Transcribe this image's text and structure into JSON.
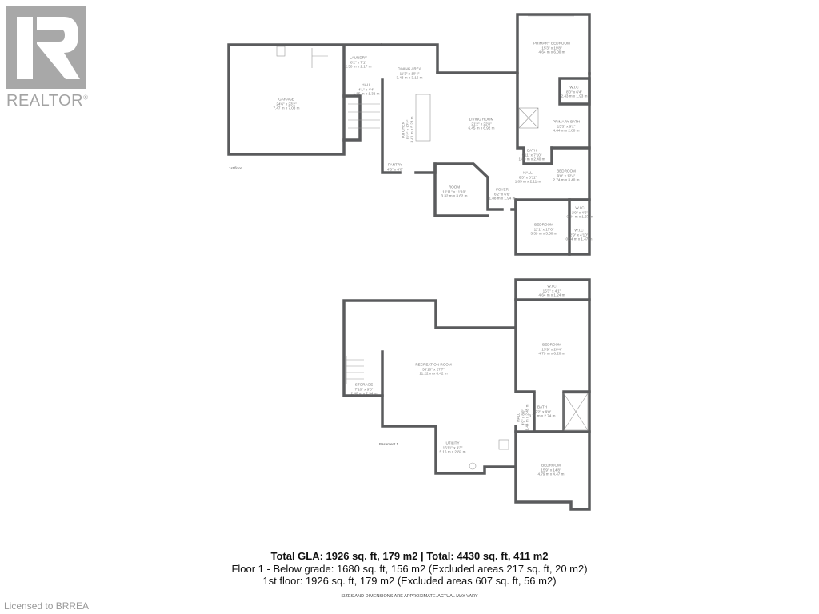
{
  "logo": {
    "text": "REALTOR",
    "mark": "®"
  },
  "first_floor": {
    "label": "1st floor",
    "rooms": [
      {
        "name": "Garage",
        "imperial": "24'6\" x 23'2\"",
        "metric": "7.47 m x 7.08 m"
      },
      {
        "name": "Laundry",
        "imperial": "8'2\" x 7'1\"",
        "metric": "2.50 m x 2.17 m"
      },
      {
        "name": "Hall",
        "imperial": "4'1\" x 4'4\"",
        "metric": "1.85 m x 1.32 m"
      },
      {
        "name": "Dining Area",
        "imperial": "11'3\" x 10'4\"",
        "metric": "3.43 m x 3.16 m"
      },
      {
        "name": "Kitchen",
        "imperial": "11'2\" x 17'2\"",
        "metric": "3.41 m x 5.23 m"
      },
      {
        "name": "Pantry",
        "imperial": "4'6\" x 4'0\"",
        "metric": ""
      },
      {
        "name": "Living Room",
        "imperial": "21'2\" x 22'8\"",
        "metric": "6.45 m x 6.92 m"
      },
      {
        "name": "Primary Bedroom",
        "imperial": "15'3\" x 19'8\"",
        "metric": "4.64 m x 6.00 m"
      },
      {
        "name": "W.I.C",
        "imperial": "8'0\" x 6'4\"",
        "metric": "2.43 m x 1.93 m"
      },
      {
        "name": "Primary Bath",
        "imperial": "15'3\" x 9'2\"",
        "metric": "4.64 m x 2.80 m"
      },
      {
        "name": "Bath",
        "imperial": "5'11\" x 7'10\"",
        "metric": "1.80 m x 2.40 m"
      },
      {
        "name": "Hall",
        "imperial": "6'3\" x 8'11\"",
        "metric": "1.85 m x 2.11 m"
      },
      {
        "name": "Bedroom",
        "imperial": "9'0\" x 12'4\"",
        "metric": "2.74 m x 3.40 m"
      },
      {
        "name": "Room",
        "imperial": "10'11\" x 11'10\"",
        "metric": "3.32 m x 3.62 m"
      },
      {
        "name": "Foyer",
        "imperial": "6'2\" x 6'6\"",
        "metric": "1.88 m x 1.94 m"
      },
      {
        "name": "W.I.C",
        "imperial": "2'9\" x 4'6\"",
        "metric": "0.84 m x 1.37 m"
      },
      {
        "name": "Bedroom",
        "imperial": "11'1\" x 17'6\"",
        "metric": "3.39 m x 3.50 m"
      },
      {
        "name": "W.I.C",
        "imperial": "2'9\" x 4'10\"",
        "metric": "0.84 m x 1.47 m"
      }
    ]
  },
  "basement": {
    "label": "Basement 1",
    "rooms": [
      {
        "name": "W.I.C",
        "imperial": "15'3\" x 4'1\"",
        "metric": "4.64 m x 1.24 m"
      },
      {
        "name": "Bedroom",
        "imperial": "15'9\" x 20'4\"",
        "metric": "4.79 m x 6.20 m"
      },
      {
        "name": "Recreation Room",
        "imperial": "36'10\" x 27'7\"",
        "metric": "11.22 m x 8.42 m"
      },
      {
        "name": "Storage",
        "imperial": "7'10\" x 9'8\"",
        "metric": "2.40 m x 2.94 m"
      },
      {
        "name": "Hall",
        "imperial": "4'9\" x 8'0\"",
        "metric": "1.44 m x 2.45 m"
      },
      {
        "name": "Bath",
        "imperial": "12'2\" x 9'0\"",
        "metric": "3.71 m x 2.74 m"
      },
      {
        "name": "Utility",
        "imperial": "16'11\" x 9'3\"",
        "metric": "5.16 m x 2.82 m"
      },
      {
        "name": "Bedroom",
        "imperial": "15'9\" x 14'8\"",
        "metric": "4.79 m x 4.47 m"
      }
    ]
  },
  "summary": {
    "total": "Total GLA: 1926 sq. ft, 179 m2 | Total: 4430 sq. ft, 411 m2",
    "floor1": "Floor 1 - Below grade: 1680 sq. ft, 156 m2 (Excluded areas 217 sq. ft, 20 m2)",
    "first": "1st floor: 1926 sq. ft, 179 m2 (Excluded areas 607 sq. ft, 56 m2)",
    "disclaimer": "SIZES AND DIMENSIONS ARE APPROXIMATE. ACTUAL MAY VARY"
  },
  "footer": {
    "licensed": "Licensed to BRREA"
  },
  "colors": {
    "wall": "#5a5b5d",
    "logo": "#a8a8a8",
    "window": "#d8d8d8"
  }
}
